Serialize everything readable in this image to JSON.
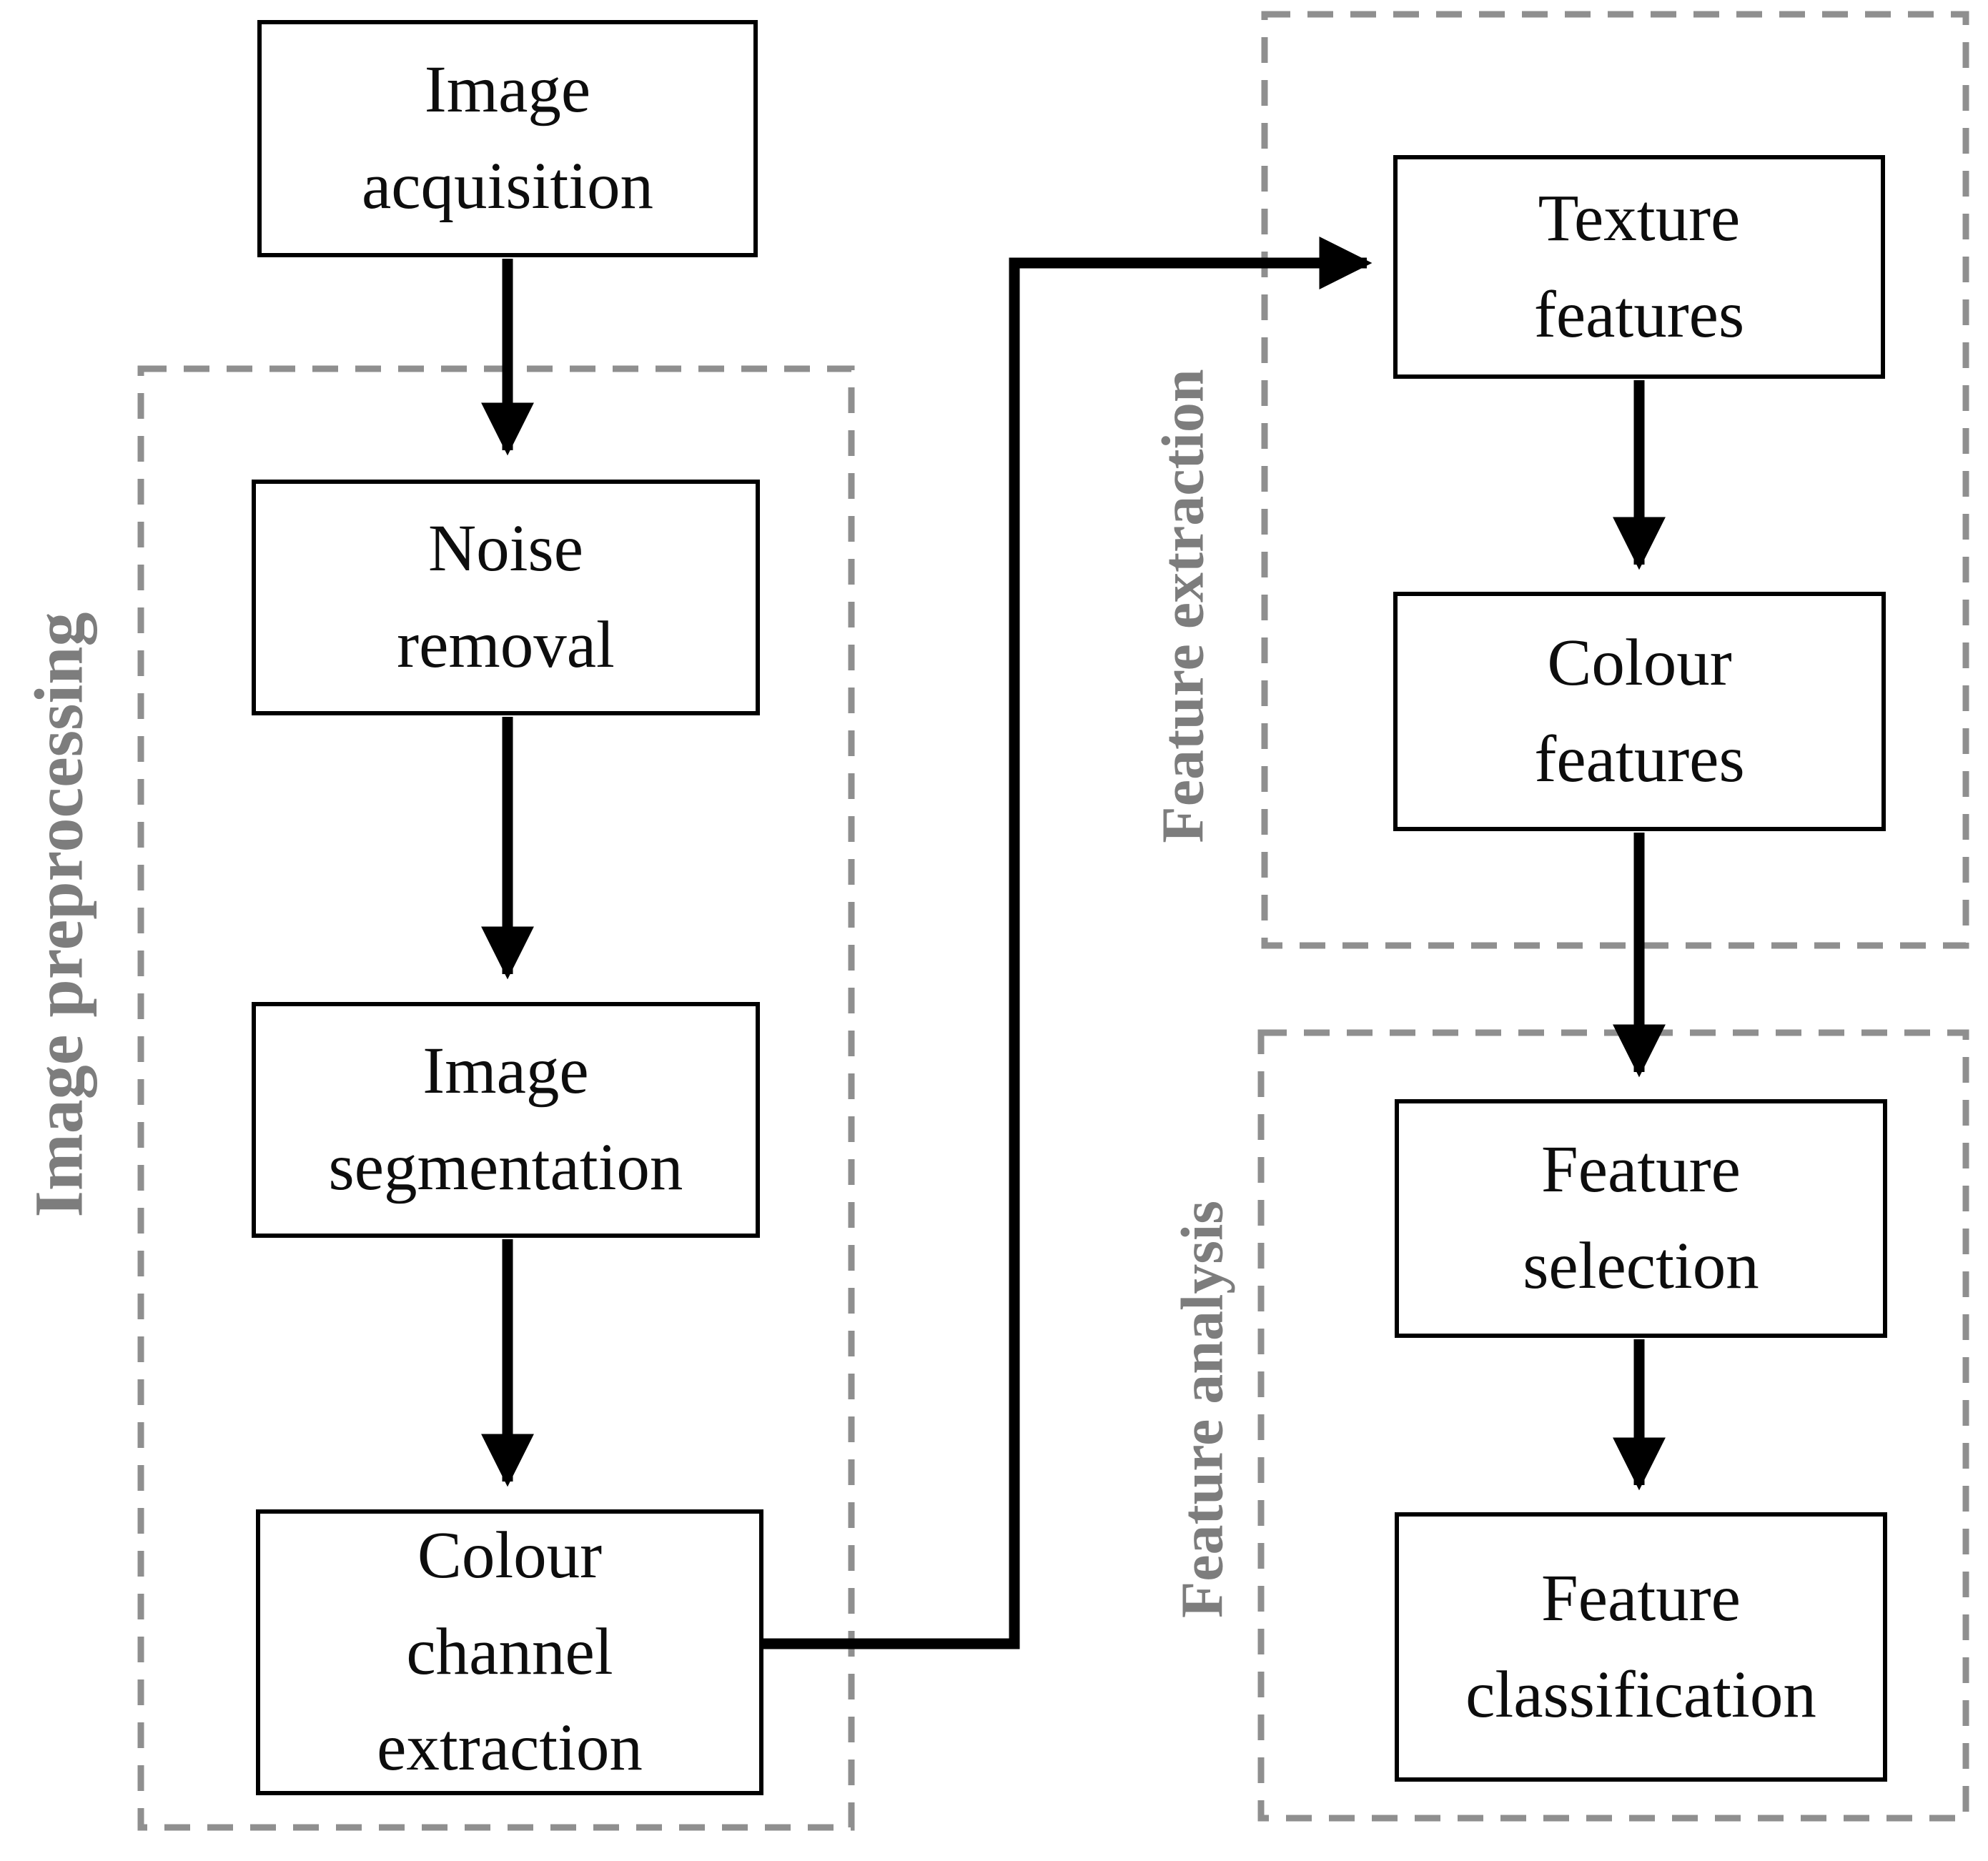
{
  "figure": {
    "type": "flowchart",
    "background": "#ffffff"
  },
  "colors": {
    "node_border": "#000000",
    "node_fill": "#ffffff",
    "node_text": "#0d0d0d",
    "arrow": "#000000",
    "group_dashed_border": "#8f8f8f",
    "group_label": "#7d7d7d"
  },
  "groups": {
    "image_preprocessing": {
      "label": "Image preprocessing"
    },
    "feature_extraction": {
      "label": "Feature extraction"
    },
    "feature_analysis": {
      "label": "Feature analysis"
    }
  },
  "nodes": {
    "image_acquisition": {
      "label": "Image\nacquisition"
    },
    "noise_removal": {
      "label": "Noise\nremoval"
    },
    "image_segmentation": {
      "label": "Image\nsegmentation"
    },
    "colour_channel_extraction": {
      "label": "Colour\nchannel\nextraction"
    },
    "texture_features": {
      "label": "Texture\nfeatures"
    },
    "colour_features": {
      "label": "Colour\nfeatures"
    },
    "feature_selection": {
      "label": "Feature\nselection"
    },
    "feature_classification": {
      "label": "Feature\nclassification"
    }
  },
  "edges": [
    {
      "from": "image_acquisition",
      "to": "noise_removal"
    },
    {
      "from": "noise_removal",
      "to": "image_segmentation"
    },
    {
      "from": "image_segmentation",
      "to": "colour_channel_extraction"
    },
    {
      "from": "colour_channel_extraction",
      "to": "texture_features"
    },
    {
      "from": "texture_features",
      "to": "colour_features"
    },
    {
      "from": "colour_features",
      "to": "feature_selection"
    },
    {
      "from": "feature_selection",
      "to": "feature_classification"
    }
  ]
}
